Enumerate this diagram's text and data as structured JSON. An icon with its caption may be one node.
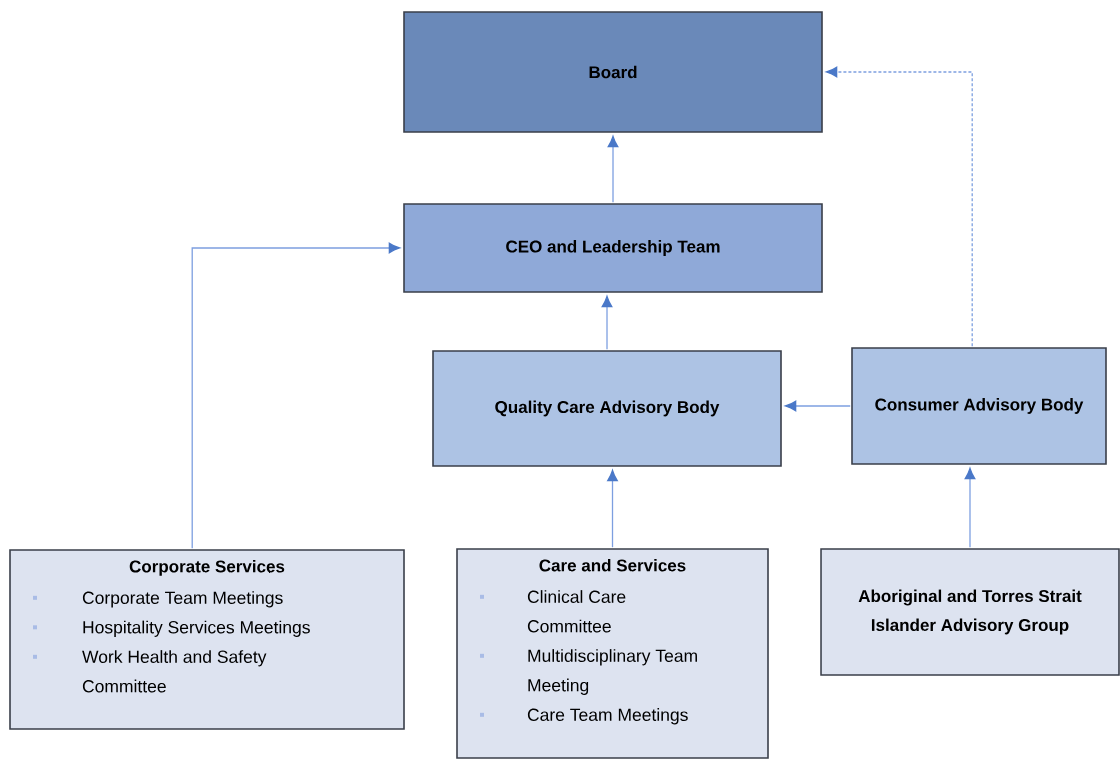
{
  "diagram": {
    "nodes": [
      {
        "text": [
          "Board"
        ]
      },
      {
        "text": [
          "CEO and Leadership Team"
        ]
      },
      {
        "text": [
          "Quality Care Advisory Body"
        ]
      },
      {
        "text": [
          "Consumer Advisory Body"
        ]
      },
      {
        "text": [
          "Corporate Services",
          "Corporate Team Meetings",
          "Hospitality Services Meetings",
          "Work Health and Safety Committee"
        ]
      },
      {
        "text": [
          "Care and Services",
          "Clinical Care Committee",
          "Multidisciplinary Team Meeting",
          "Care Team Meetings"
        ]
      },
      {
        "text": [
          "Aboriginal and Torres Strait Islander Advisory Group"
        ]
      }
    ],
    "edges": [
      {
        "from": 1,
        "to": 0,
        "arrow": "to"
      },
      {
        "from": 2,
        "to": 1,
        "arrow": "to"
      },
      {
        "from": 3,
        "to": 2,
        "arrow": "to"
      },
      {
        "from": 3,
        "to": 0,
        "arrow": "to",
        "style": "dashed"
      },
      {
        "from": 4,
        "to": 1,
        "arrow": "to"
      },
      {
        "from": 5,
        "to": 2,
        "arrow": "to"
      },
      {
        "from": 6,
        "to": 3,
        "arrow": "to"
      }
    ]
  }
}
